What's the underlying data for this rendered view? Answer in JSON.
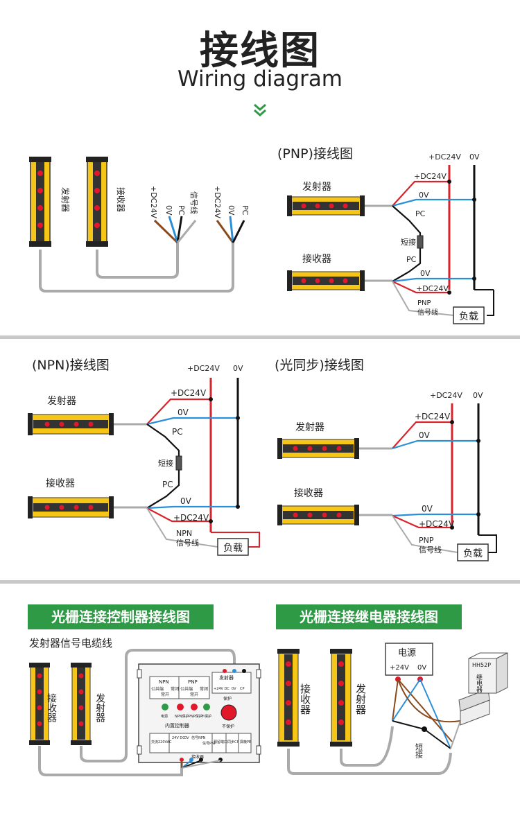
{
  "header": {
    "title_cn": "接线图",
    "title_en": "Wiring diagram",
    "accent": "#2e9a46"
  },
  "colors": {
    "red_wire": "#d9232a",
    "blue_wire": "#2b8fd8",
    "black_wire": "#111111",
    "brown_wire": "#8a4a1c",
    "grey_wire": "#9a9a9a",
    "sensor_yellow": "#f5c518",
    "led_red": "#e0182a"
  },
  "overview": {
    "emitter_label": "发射器",
    "receiver_label": "接收器",
    "emitter_wires": [
      "+DC24V",
      "0V",
      "PC",
      "信号线"
    ],
    "receiver_wires": [
      "+DC24V",
      "0V",
      "PC"
    ]
  },
  "pnp": {
    "title": "(PNP)接线图",
    "emitter": "发射器",
    "receiver": "接收器",
    "bus_plus": "+DC24V",
    "bus_zero": "0V",
    "e_plus": "+DC24V",
    "e_zero": "0V",
    "pc_top": "PC",
    "short": "短接",
    "pc_bottom": "PC",
    "r_zero": "0V",
    "r_plus": "+DC24V",
    "signal_1": "PNP",
    "signal_2": "信号线",
    "load": "负载"
  },
  "npn": {
    "title": "(NPN)接线图",
    "emitter": "发射器",
    "receiver": "接收器",
    "bus_plus": "+DC24V",
    "bus_zero": "0V",
    "e_plus": "+DC24V",
    "e_zero": "0V",
    "pc_top": "PC",
    "short": "短接",
    "pc_bottom": "PC",
    "r_zero": "0V",
    "r_plus": "+DC24V",
    "signal_1": "NPN",
    "signal_2": "信号线",
    "load": "负载"
  },
  "optical": {
    "title": "(光同步)接线图",
    "emitter": "发射器",
    "receiver": "接收器",
    "bus_plus": "+DC24V",
    "bus_zero": "0V",
    "e_plus": "+DC24V",
    "e_zero": "0V",
    "r_zero": "0V",
    "r_plus": "+DC24V",
    "signal_1": "PNP",
    "signal_2": "信号线",
    "load": "负载"
  },
  "controller": {
    "banner": "光栅连接控制器接线图",
    "cable_label": "发射器信号电缆线",
    "receiver": "接收器",
    "emitter": "发射器",
    "npn_head": "NPN",
    "pnp_head": "PNP",
    "emitter_head": "发射器",
    "col_labels": [
      "公共端",
      "常开",
      "常闭",
      "公共端",
      "常开",
      "常闭"
    ],
    "emitter_cols": [
      "+24V DC",
      "0V",
      "CP"
    ],
    "led_labels": [
      "电源",
      "NPN保护",
      "PNP保护",
      "不保护"
    ],
    "button_label": "保护",
    "no_protect": "不保护",
    "builtin": "内置控制器",
    "bottom_cells": [
      "交流220VAC",
      "24V DC",
      "0V",
      "信号NPN",
      "信号PNP",
      "预留端口",
      "同步CP",
      "屏蔽PE"
    ],
    "receiver_foot": "接收器"
  },
  "relay": {
    "banner": "光栅连接继电器接线图",
    "receiver": "接收器",
    "emitter": "发射器",
    "psu_title": "电源",
    "psu_plus": "+24V",
    "psu_zero": "0V",
    "short": "短接",
    "relay_model": "HH52P",
    "relay_name": "继电器"
  }
}
